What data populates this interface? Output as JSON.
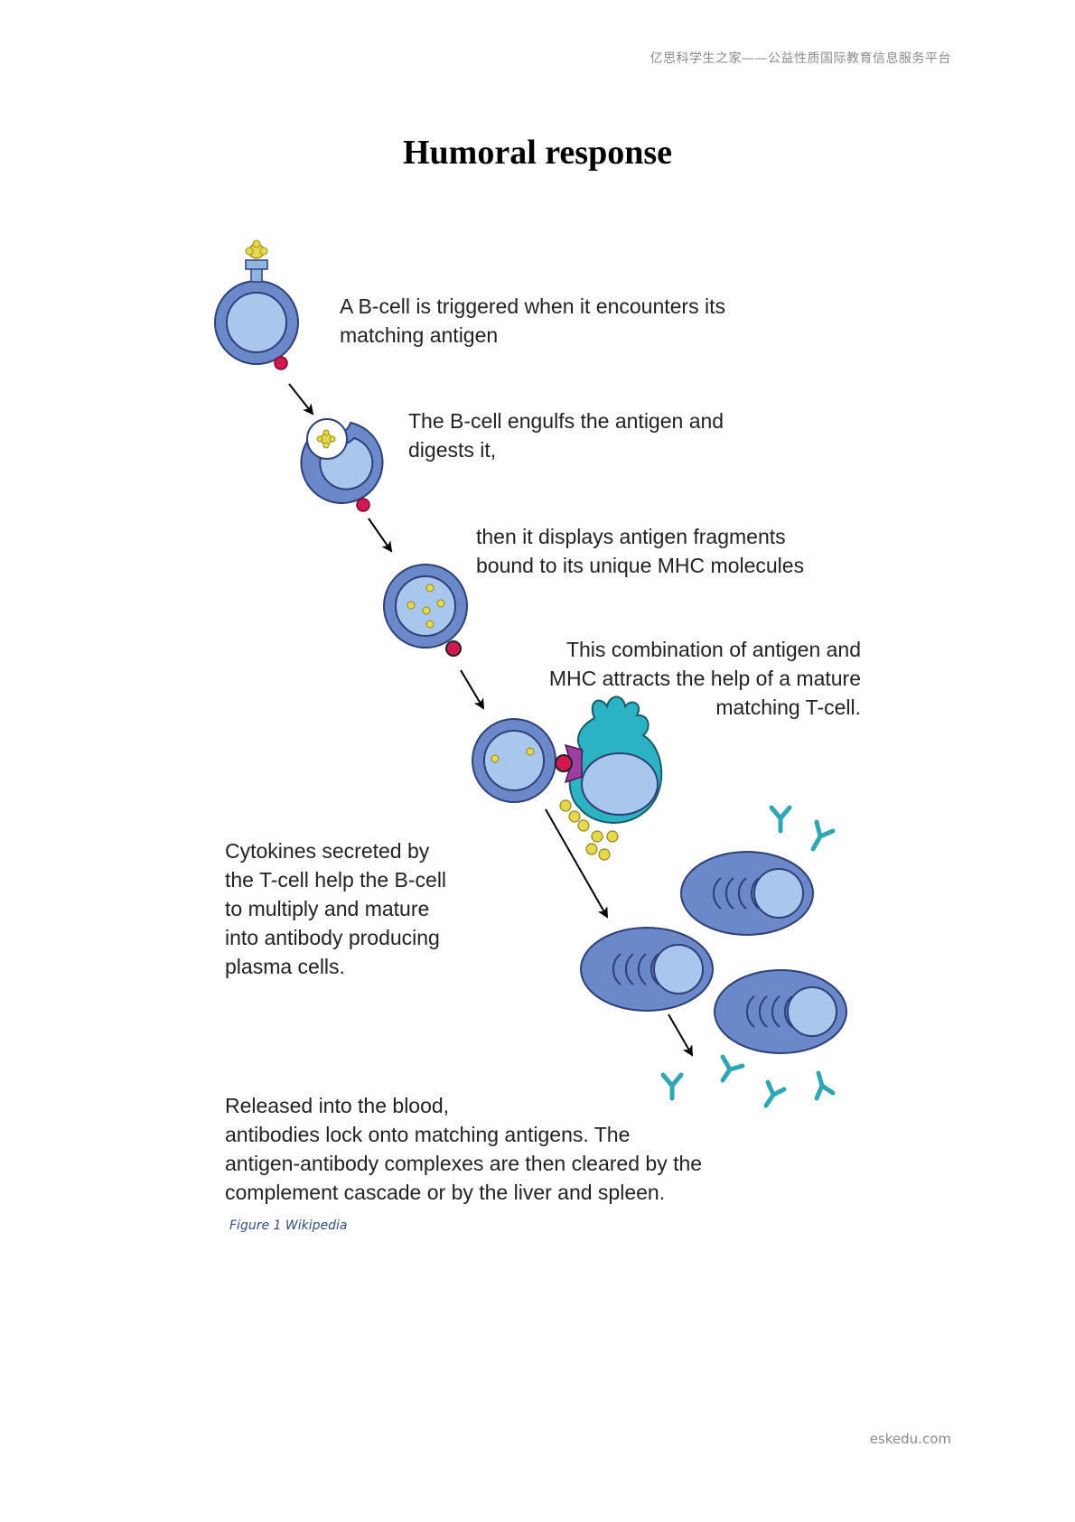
{
  "header": {
    "site": "亿思科学生之家——公益性质国际教育信息服务平台"
  },
  "page": {
    "title": "Humoral response"
  },
  "steps": [
    {
      "text": "A B-cell is triggered when it encounters its\nmatching antigen"
    },
    {
      "text": "The B-cell engulfs the antigen and\ndigests it,"
    },
    {
      "text": "then it displays antigen fragments\nbound to its unique MHC molecules"
    },
    {
      "text": "This combination of antigen and\nMHC attracts the help of a mature\nmatching T-cell."
    },
    {
      "text": "Cytokines secreted by\nthe T-cell help the B-cell\nto multiply and mature\ninto antibody producing\nplasma cells."
    },
    {
      "text": "Released into the blood,\nantibodies lock onto matching antigens. The\nantigen-antibody complexes are then cleared by the\ncomplement cascade or by the liver and spleen."
    }
  ],
  "figure": {
    "caption": "Figure 1 Wikipedia"
  },
  "footer": {
    "site": "eskedu.com"
  },
  "colors": {
    "cell_outer": "#6b88c9",
    "cell_inner": "#a9c7ec",
    "cell_border": "#2f3f78",
    "tcell": "#2bb3c4",
    "antigen": "#e6d84b",
    "mhc": "#d21852",
    "tcr": "#9b3fa0",
    "antibody": "#2fa6b5"
  }
}
